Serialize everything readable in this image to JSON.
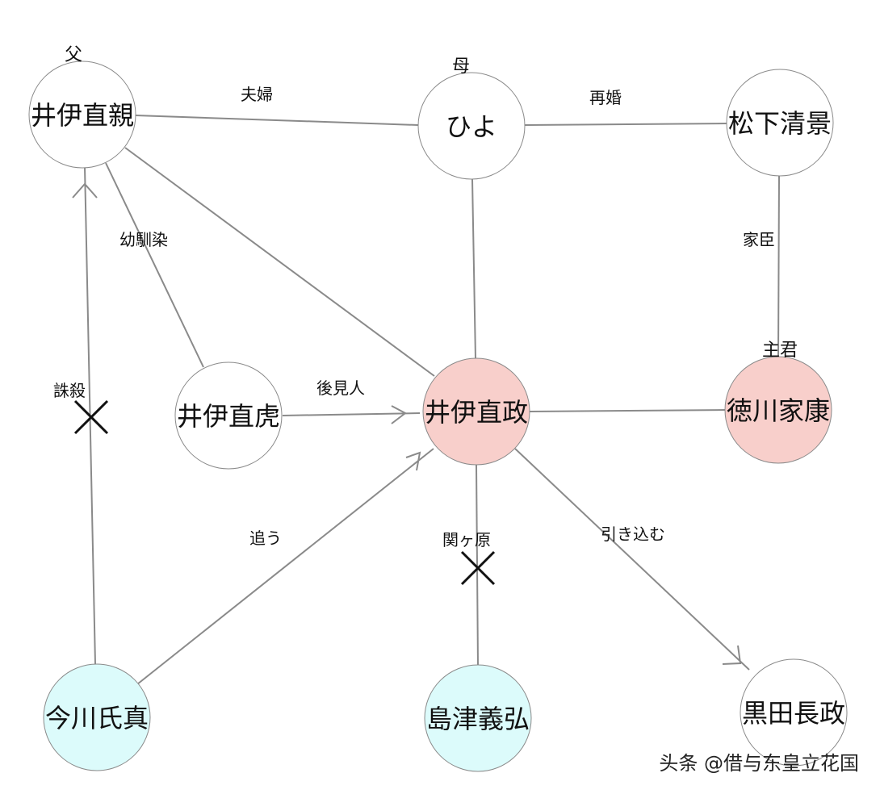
{
  "colors": {
    "default_fill": "#ffffff",
    "highlight_fill": "#f8cfcb",
    "cyan_fill": "#dcfbfb",
    "edge": "#8a8a8a",
    "stroke": "#8a8a8a"
  },
  "nodes": {
    "naochika": {
      "label": "井伊直親",
      "role": "父",
      "fill": "#ffffff"
    },
    "hiyo": {
      "label": "ひよ",
      "role": "母",
      "fill": "#ffffff"
    },
    "kiyokage": {
      "label": "松下清景",
      "fill": "#ffffff"
    },
    "naotora": {
      "label": "井伊直虎",
      "fill": "#ffffff"
    },
    "naomasa": {
      "label": "井伊直政",
      "fill": "#f8cfcb"
    },
    "ieyasu": {
      "label": "徳川家康",
      "role": "主君",
      "fill": "#f8cfcb"
    },
    "ujizane": {
      "label": "今川氏真",
      "fill": "#dcfbfb"
    },
    "yoshihiro": {
      "label": "島津義弘",
      "fill": "#dcfbfb"
    },
    "nagamasa": {
      "label": "黒田長政",
      "fill": "#ffffff"
    }
  },
  "edges": {
    "fuufu": {
      "from": "naochika",
      "to": "hiyo",
      "label": "夫婦"
    },
    "saikon": {
      "from": "hiyo",
      "to": "kiyokage",
      "label": "再婚"
    },
    "kashin": {
      "from": "kiyokage",
      "to": "ieyasu",
      "label": "家臣"
    },
    "osananajimi": {
      "from": "naochika",
      "to": "naotora",
      "label": "幼馴染"
    },
    "chusatsu": {
      "from": "ujizane",
      "to": "naochika",
      "label": "誅殺",
      "directed": true,
      "crossed": true
    },
    "koukennin": {
      "from": "naotora",
      "to": "naomasa",
      "label": "後見人",
      "directed": true
    },
    "ou": {
      "from": "ujizane",
      "to": "naomasa",
      "label": "追う",
      "directed": true
    },
    "sekigahara": {
      "from": "naomasa",
      "to": "yoshihiro",
      "label": "関ヶ原",
      "crossed": true
    },
    "hikikomu": {
      "from": "naomasa",
      "to": "nagamasa",
      "label": "引き込む",
      "directed": true
    },
    "parent_naochika": {
      "from": "naochika",
      "to": "naomasa"
    },
    "parent_hiyo": {
      "from": "hiyo",
      "to": "naomasa"
    },
    "lord": {
      "from": "naomasa",
      "to": "ieyasu"
    }
  },
  "watermark": "头条 @借与东皇立花国"
}
